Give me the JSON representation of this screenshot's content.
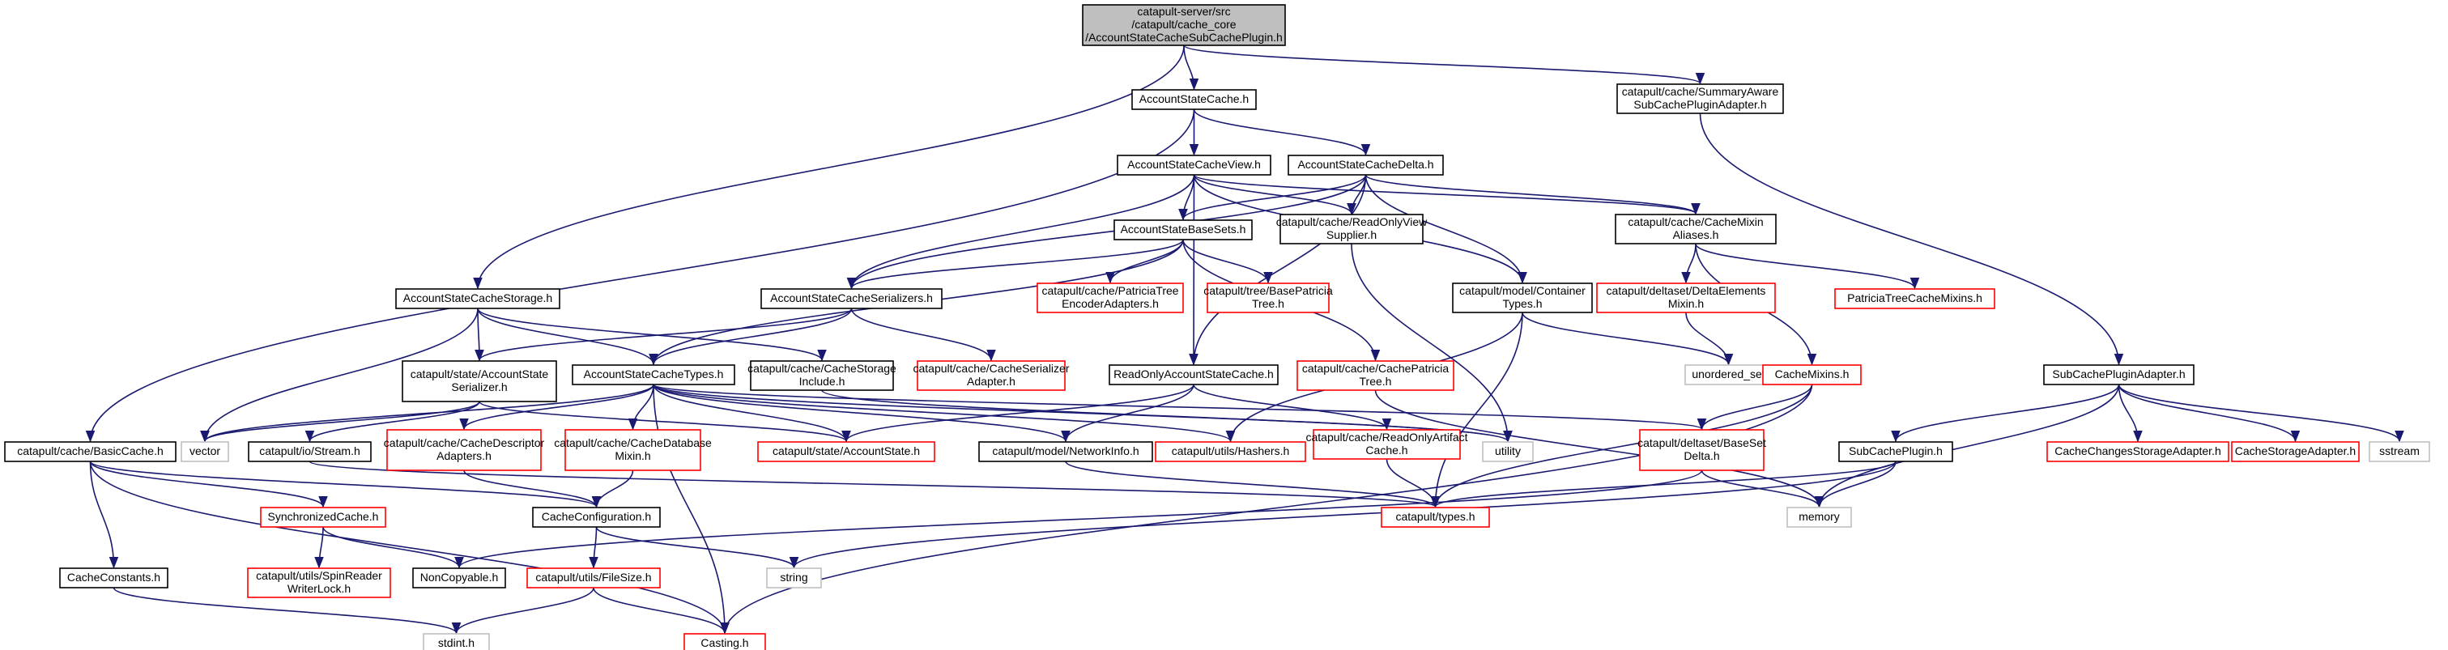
{
  "colors": {
    "edge": "#191970",
    "root_fill": "#bfbfbf",
    "root_border": "#000000",
    "documented_border": "#000000",
    "undocumented_border": "#ff0000",
    "system_border": "#bfbfbf",
    "fill": "#ffffff"
  },
  "nodes": [
    {
      "id": "root",
      "kind": "root",
      "lines": [
        "catapult-server/src",
        "/catapult/cache_core",
        "/AccountStateCacheSubCachePlugin.h"
      ]
    },
    {
      "id": "ascache",
      "kind": "documented",
      "lines": [
        "AccountStateCache.h"
      ]
    },
    {
      "id": "summary",
      "kind": "documented",
      "lines": [
        "catapult/cache/SummaryAware",
        "SubCachePluginAdapter.h"
      ]
    },
    {
      "id": "ascview",
      "kind": "documented",
      "lines": [
        "AccountStateCacheView.h"
      ]
    },
    {
      "id": "ascdelta",
      "kind": "documented",
      "lines": [
        "AccountStateCacheDelta.h"
      ]
    },
    {
      "id": "basesets",
      "kind": "documented",
      "lines": [
        "AccountStateBaseSets.h"
      ]
    },
    {
      "id": "readonlyview",
      "kind": "documented",
      "lines": [
        "catapult/cache/ReadOnlyView",
        "Supplier.h"
      ]
    },
    {
      "id": "mixinaliases",
      "kind": "documented",
      "lines": [
        "catapult/cache/CacheMixin",
        "Aliases.h"
      ]
    },
    {
      "id": "storage",
      "kind": "documented",
      "lines": [
        "AccountStateCacheStorage.h"
      ]
    },
    {
      "id": "serializers",
      "kind": "documented",
      "lines": [
        "AccountStateCacheSerializers.h"
      ]
    },
    {
      "id": "encoder",
      "kind": "undocumented",
      "lines": [
        "catapult/cache/PatriciaTree",
        "EncoderAdapters.h"
      ]
    },
    {
      "id": "basepatricia",
      "kind": "undocumented",
      "lines": [
        "catapult/tree/BasePatricia",
        "Tree.h"
      ]
    },
    {
      "id": "container",
      "kind": "documented",
      "lines": [
        "catapult/model/Container",
        "Types.h"
      ]
    },
    {
      "id": "deltaelements",
      "kind": "undocumented",
      "lines": [
        "catapult/deltaset/DeltaElements",
        "Mixin.h"
      ]
    },
    {
      "id": "ptcachemixins",
      "kind": "undocumented",
      "lines": [
        "PatriciaTreeCacheMixins.h"
      ]
    },
    {
      "id": "statesser",
      "kind": "documented",
      "lines": [
        "catapult/state/AccountState",
        "Serializer.h"
      ]
    },
    {
      "id": "types",
      "kind": "documented",
      "lines": [
        "AccountStateCacheTypes.h"
      ]
    },
    {
      "id": "storageinclude",
      "kind": "documented",
      "lines": [
        "catapult/cache/CacheStorage",
        "Include.h"
      ]
    },
    {
      "id": "serializeradapter",
      "kind": "undocumented",
      "lines": [
        "catapult/cache/CacheSerializer",
        "Adapter.h"
      ]
    },
    {
      "id": "readonlyasc",
      "kind": "documented",
      "lines": [
        "ReadOnlyAccountStateCache.h"
      ]
    },
    {
      "id": "cachepatricia",
      "kind": "undocumented",
      "lines": [
        "catapult/cache/CachePatricia",
        "Tree.h"
      ]
    },
    {
      "id": "unorderedset",
      "kind": "system",
      "lines": [
        "unordered_set"
      ]
    },
    {
      "id": "cachemixins",
      "kind": "undocumented",
      "lines": [
        "CacheMixins.h"
      ]
    },
    {
      "id": "subadapter",
      "kind": "documented",
      "lines": [
        "SubCachePluginAdapter.h"
      ]
    },
    {
      "id": "vector",
      "kind": "system",
      "lines": [
        "vector"
      ]
    },
    {
      "id": "stream",
      "kind": "documented",
      "lines": [
        "catapult/io/Stream.h"
      ]
    },
    {
      "id": "descadapters",
      "kind": "undocumented",
      "lines": [
        "catapult/cache/CacheDescriptor",
        "Adapters.h"
      ]
    },
    {
      "id": "dbmixin",
      "kind": "undocumented",
      "lines": [
        "catapult/cache/CacheDatabase",
        "Mixin.h"
      ]
    },
    {
      "id": "accountstate",
      "kind": "undocumented",
      "lines": [
        "catapult/state/AccountState.h"
      ]
    },
    {
      "id": "networkinfo",
      "kind": "documented",
      "lines": [
        "catapult/model/NetworkInfo.h"
      ]
    },
    {
      "id": "hashers",
      "kind": "undocumented",
      "lines": [
        "catapult/utils/Hashers.h"
      ]
    },
    {
      "id": "artifact",
      "kind": "undocumented",
      "lines": [
        "catapult/cache/ReadOnlyArtifact",
        "Cache.h"
      ]
    },
    {
      "id": "utility",
      "kind": "system",
      "lines": [
        "utility"
      ]
    },
    {
      "id": "baseset",
      "kind": "undocumented",
      "lines": [
        "catapult/deltaset/BaseSet",
        "Delta.h"
      ]
    },
    {
      "id": "subplugin",
      "kind": "documented",
      "lines": [
        "SubCachePlugin.h"
      ]
    },
    {
      "id": "changesadapter",
      "kind": "undocumented",
      "lines": [
        "CacheChangesStorageAdapter.h"
      ]
    },
    {
      "id": "storageadapter",
      "kind": "undocumented",
      "lines": [
        "CacheStorageAdapter.h"
      ]
    },
    {
      "id": "sstream",
      "kind": "system",
      "lines": [
        "sstream"
      ]
    },
    {
      "id": "basiccache",
      "kind": "documented",
      "lines": [
        "catapult/cache/BasicCache.h"
      ]
    },
    {
      "id": "cacheconfig",
      "kind": "documented",
      "lines": [
        "CacheConfiguration.h"
      ]
    },
    {
      "id": "ctypes",
      "kind": "undocumented",
      "lines": [
        "catapult/types.h"
      ]
    },
    {
      "id": "memory",
      "kind": "system",
      "lines": [
        "memory"
      ]
    },
    {
      "id": "synccache",
      "kind": "undocumented",
      "lines": [
        "SynchronizedCache.h"
      ]
    },
    {
      "id": "spinreader",
      "kind": "undocumented",
      "lines": [
        "catapult/utils/SpinReader",
        "WriterLock.h"
      ]
    },
    {
      "id": "noncopyable",
      "kind": "documented",
      "lines": [
        "NonCopyable.h"
      ]
    },
    {
      "id": "string",
      "kind": "system",
      "lines": [
        "string"
      ]
    },
    {
      "id": "filesize",
      "kind": "undocumented",
      "lines": [
        "catapult/utils/FileSize.h"
      ]
    },
    {
      "id": "constants",
      "kind": "documented",
      "lines": [
        "CacheConstants.h"
      ]
    },
    {
      "id": "stdint",
      "kind": "system",
      "lines": [
        "stdint.h"
      ]
    },
    {
      "id": "casting",
      "kind": "undocumented",
      "lines": [
        "Casting.h"
      ]
    }
  ],
  "edges": [
    [
      "root",
      "ascache"
    ],
    [
      "root",
      "summary"
    ],
    [
      "root",
      "storage"
    ],
    [
      "ascache",
      "ascview"
    ],
    [
      "ascache",
      "ascdelta"
    ],
    [
      "ascache",
      "basiccache"
    ],
    [
      "summary",
      "subadapter"
    ],
    [
      "ascview",
      "basesets"
    ],
    [
      "ascview",
      "readonlyview"
    ],
    [
      "ascview",
      "mixinaliases"
    ],
    [
      "ascview",
      "serializers"
    ],
    [
      "ascview",
      "readonlyasc"
    ],
    [
      "ascview",
      "container"
    ],
    [
      "ascdelta",
      "basesets"
    ],
    [
      "ascdelta",
      "readonlyview"
    ],
    [
      "ascdelta",
      "mixinaliases"
    ],
    [
      "ascdelta",
      "serializers"
    ],
    [
      "ascdelta",
      "container"
    ],
    [
      "ascdelta",
      "readonlyasc"
    ],
    [
      "basesets",
      "serializers"
    ],
    [
      "basesets",
      "encoder"
    ],
    [
      "basesets",
      "basepatricia"
    ],
    [
      "basesets",
      "cachepatricia"
    ],
    [
      "basesets",
      "types"
    ],
    [
      "readonlyview",
      "utility"
    ],
    [
      "mixinaliases",
      "deltaelements"
    ],
    [
      "mixinaliases",
      "ptcachemixins"
    ],
    [
      "mixinaliases",
      "cachemixins"
    ],
    [
      "storage",
      "statesser"
    ],
    [
      "storage",
      "types"
    ],
    [
      "storage",
      "storageinclude"
    ],
    [
      "storage",
      "vector"
    ],
    [
      "serializers",
      "types"
    ],
    [
      "serializers",
      "statesser"
    ],
    [
      "serializers",
      "serializeradapter"
    ],
    [
      "container",
      "unorderedset"
    ],
    [
      "container",
      "hashers"
    ],
    [
      "container",
      "ctypes"
    ],
    [
      "deltaelements",
      "unorderedset"
    ],
    [
      "cachepatricia",
      "memory"
    ],
    [
      "statesser",
      "accountstate"
    ],
    [
      "statesser",
      "stream"
    ],
    [
      "statesser",
      "vector"
    ],
    [
      "types",
      "descadapters"
    ],
    [
      "types",
      "dbmixin"
    ],
    [
      "types",
      "accountstate"
    ],
    [
      "types",
      "networkinfo"
    ],
    [
      "types",
      "hashers"
    ],
    [
      "types",
      "baseset"
    ],
    [
      "types",
      "utility"
    ],
    [
      "types",
      "casting"
    ],
    [
      "types",
      "vector"
    ],
    [
      "storageinclude",
      "utility"
    ],
    [
      "readonlyasc",
      "accountstate"
    ],
    [
      "readonlyasc",
      "networkinfo"
    ],
    [
      "readonlyasc",
      "artifact"
    ],
    [
      "cachemixins",
      "baseset"
    ],
    [
      "cachemixins",
      "ctypes"
    ],
    [
      "cachemixins",
      "casting"
    ],
    [
      "subadapter",
      "subplugin"
    ],
    [
      "subadapter",
      "changesadapter"
    ],
    [
      "subadapter",
      "storageadapter"
    ],
    [
      "subadapter",
      "sstream"
    ],
    [
      "subadapter",
      "memory"
    ],
    [
      "stream",
      "ctypes"
    ],
    [
      "descadapters",
      "cacheconfig"
    ],
    [
      "dbmixin",
      "cacheconfig"
    ],
    [
      "networkinfo",
      "ctypes"
    ],
    [
      "artifact",
      "ctypes"
    ],
    [
      "baseset",
      "memory"
    ],
    [
      "baseset",
      "noncopyable"
    ],
    [
      "subplugin",
      "ctypes"
    ],
    [
      "subplugin",
      "memory"
    ],
    [
      "subplugin",
      "string"
    ],
    [
      "basiccache",
      "cacheconfig"
    ],
    [
      "basiccache",
      "synccache"
    ],
    [
      "basiccache",
      "constants"
    ],
    [
      "basiccache",
      "casting"
    ],
    [
      "cacheconfig",
      "filesize"
    ],
    [
      "cacheconfig",
      "string"
    ],
    [
      "synccache",
      "spinreader"
    ],
    [
      "synccache",
      "noncopyable"
    ],
    [
      "filesize",
      "stdint"
    ],
    [
      "filesize",
      "casting"
    ],
    [
      "constants",
      "stdint"
    ]
  ]
}
